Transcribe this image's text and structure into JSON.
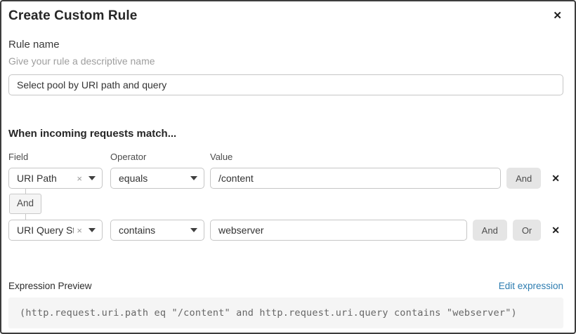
{
  "dialog": {
    "title": "Create Custom Rule"
  },
  "icons": {
    "close": "✕",
    "clear": "×",
    "remove": "✕"
  },
  "rule_name": {
    "label": "Rule name",
    "helper": "Give your rule a descriptive name",
    "value": "Select pool by URI path and query"
  },
  "match": {
    "heading": "When incoming requests match...",
    "columns": {
      "field": "Field",
      "operator": "Operator",
      "value": "Value"
    },
    "rows": [
      {
        "field": "URI Path",
        "operator": "equals",
        "value": "/content",
        "and_label": "And"
      },
      {
        "field": "URI Query St...",
        "operator": "contains",
        "value": "webserver",
        "and_label": "And",
        "or_label": "Or"
      }
    ],
    "connector": "And"
  },
  "expression": {
    "label": "Expression Preview",
    "edit_link": "Edit expression",
    "code": "(http.request.uri.path eq \"/content\" and http.request.uri.query contains \"webserver\")"
  },
  "colors": {
    "link": "#2c7cb0",
    "dialog_border": "#3c3c3c",
    "input_border": "#c6c6c6",
    "button_bg": "#e5e5e5",
    "code_bg": "#f5f5f5"
  }
}
